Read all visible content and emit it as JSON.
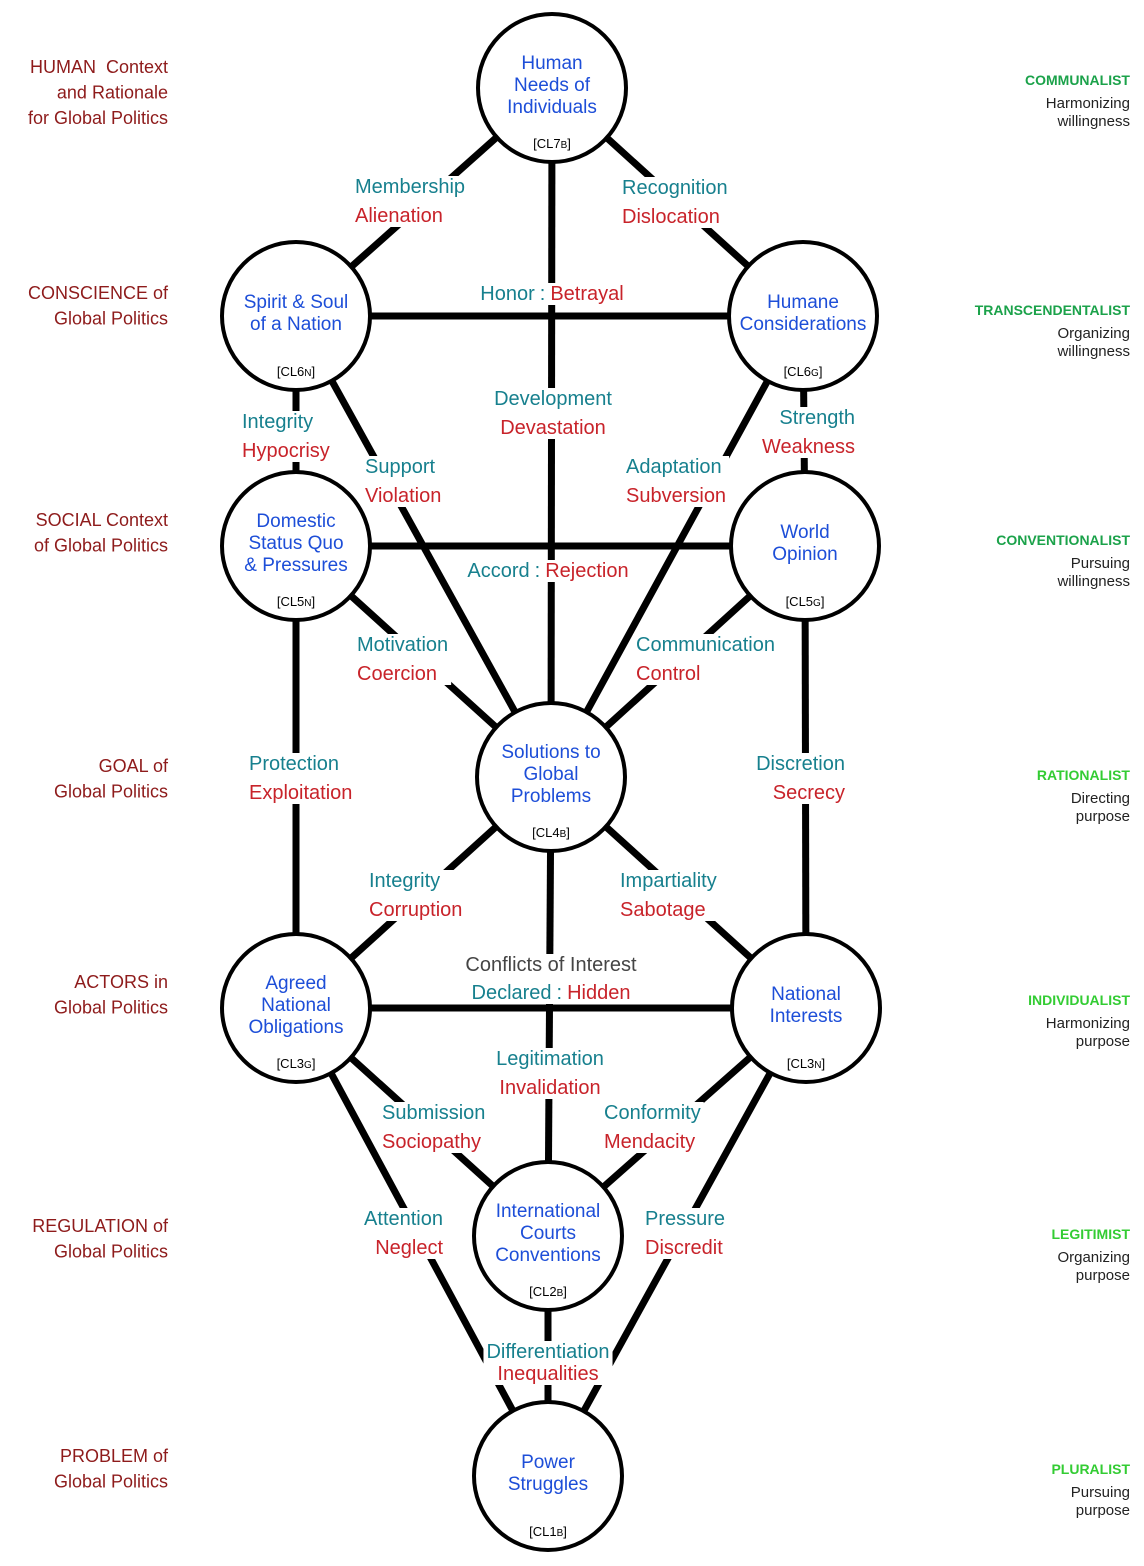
{
  "colors": {
    "positive": "#17808E",
    "negative": "#C8232A",
    "node_text": "#1D4ED8",
    "context": "#8E1B1B",
    "heading": "#454545"
  },
  "levels": [
    {
      "context": [
        "HUMAN  Context",
        "and Rationale",
        "for Global Politics"
      ],
      "mode": "COMMUNALIST",
      "mode_color": "#1BA24A",
      "description": [
        "Harmonizing",
        "willingness"
      ]
    },
    {
      "context": [
        "CONSCIENCE of",
        "Global Politics"
      ],
      "mode": "TRANSCENDENTALIST",
      "mode_color": "#1BA24A",
      "description": [
        "Organizing",
        "willingness"
      ]
    },
    {
      "context": [
        "SOCIAL Context",
        "of Global Politics"
      ],
      "mode": "CONVENTIONALIST",
      "mode_color": "#1BA24A",
      "description": [
        "Pursuing",
        "willingness"
      ]
    },
    {
      "context": [
        "GOAL of",
        "Global Politics"
      ],
      "mode": "RATIONALIST",
      "mode_color": "#33CC33",
      "description": [
        "Directing",
        "purpose"
      ]
    },
    {
      "context": [
        "ACTORS in",
        "Global Politics"
      ],
      "mode": "INDIVIDUALIST",
      "mode_color": "#33CC33",
      "description": [
        "Harmonizing",
        "purpose"
      ]
    },
    {
      "context": [
        "REGULATION of",
        "Global Politics"
      ],
      "mode": "LEGITIMIST",
      "mode_color": "#33CC33",
      "description": [
        "Organizing",
        "purpose"
      ]
    },
    {
      "context": [
        "PROBLEM of",
        "Global Politics"
      ],
      "mode": "PLURALIST",
      "mode_color": "#33CC33",
      "description": [
        "Pursuing",
        "purpose"
      ]
    }
  ],
  "nodes": [
    {
      "lines": [
        "Human",
        "Needs of",
        "Individuals"
      ],
      "code": "[CL7B]"
    },
    {
      "lines": [
        "Spirit & Soul",
        "of a Nation"
      ],
      "code": "[CL6N]"
    },
    {
      "lines": [
        "Humane",
        "Considerations"
      ],
      "code": "[CL6G]"
    },
    {
      "lines": [
        "Domestic",
        "Status Quo",
        "& Pressures"
      ],
      "code": "[CL5N]"
    },
    {
      "lines": [
        "World",
        "Opinion"
      ],
      "code": "[CL5G]"
    },
    {
      "lines": [
        "Solutions to",
        "Global",
        "Problems"
      ],
      "code": "[CL4B]"
    },
    {
      "lines": [
        "Agreed",
        "National",
        "Obligations"
      ],
      "code": "[CL3G]"
    },
    {
      "lines": [
        "National",
        "Interests"
      ],
      "code": "[CL3N]"
    },
    {
      "lines": [
        "International",
        "Courts",
        "Conventions"
      ],
      "code": "[CL2B]"
    },
    {
      "lines": [
        "Power",
        "Struggles"
      ],
      "code": "[CL1B]"
    }
  ],
  "edges": [
    {
      "positive": "Membership",
      "negative": "Alienation"
    },
    {
      "positive": "Recognition",
      "negative": "Dislocation"
    },
    {
      "positive": "Honor",
      "separator": ":",
      "negative": "Betrayal"
    },
    {
      "positive": "Development",
      "negative": "Devastation"
    },
    {
      "positive": "Integrity",
      "negative": "Hypocrisy"
    },
    {
      "positive": "Strength",
      "negative": "Weakness"
    },
    {
      "positive": "Support",
      "negative": "Violation"
    },
    {
      "positive": "Adaptation",
      "negative": "Subversion"
    },
    {
      "positive": "Accord",
      "separator": ":",
      "negative": "Rejection"
    },
    {
      "positive": "Motivation",
      "negative": "Coercion"
    },
    {
      "positive": "Communication",
      "negative": "Control"
    },
    {
      "positive": "Protection",
      "negative": "Exploitation"
    },
    {
      "positive": "Discretion",
      "negative": "Secrecy"
    },
    {
      "positive": "Integrity",
      "negative": "Corruption"
    },
    {
      "positive": "Impartiality",
      "negative": "Sabotage"
    },
    {
      "heading": "Conflicts of Interest",
      "positive": "Declared",
      "separator": ":",
      "negative": "Hidden"
    },
    {
      "positive": "Legitimation",
      "negative": "Invalidation"
    },
    {
      "positive": "Submission",
      "negative": "Sociopathy"
    },
    {
      "positive": "Conformity",
      "negative": "Mendacity"
    },
    {
      "positive": "Attention",
      "negative": "Neglect"
    },
    {
      "positive": "Pressure",
      "negative": "Discredit"
    },
    {
      "positive": "Differentiation",
      "negative": "Inequalities"
    }
  ]
}
